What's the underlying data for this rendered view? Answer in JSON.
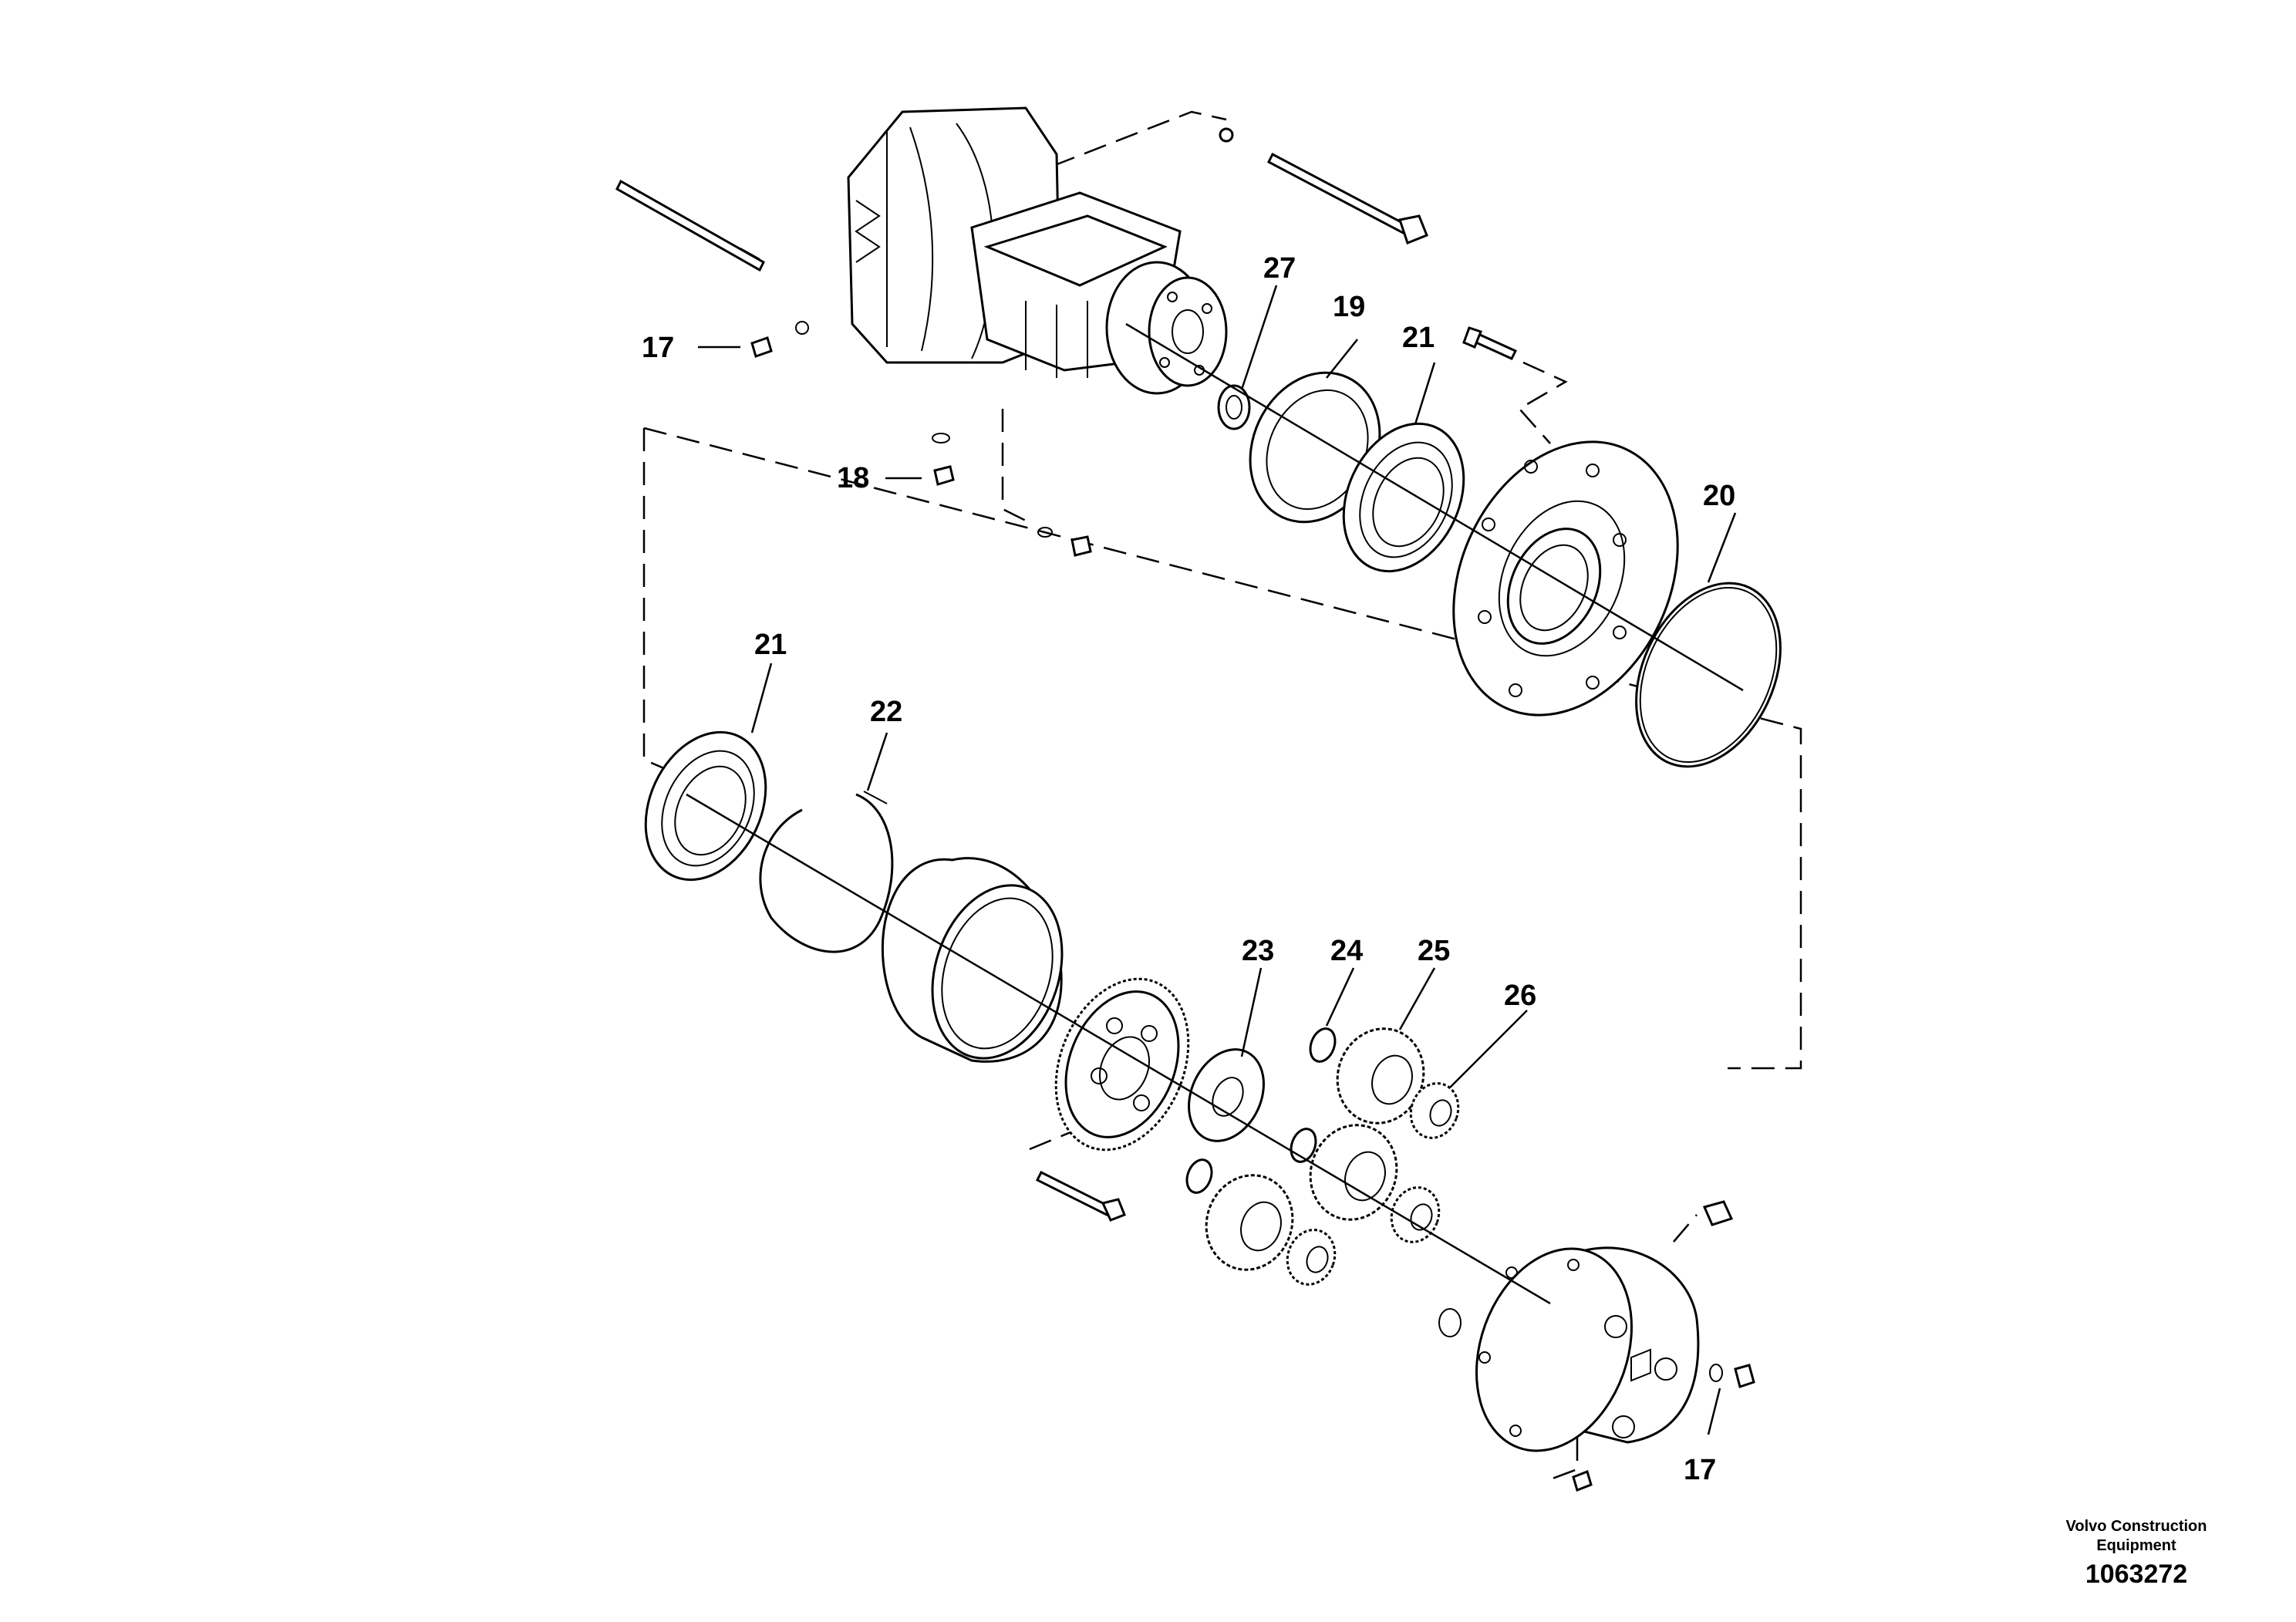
{
  "callouts": [
    {
      "id": "c17a",
      "label": "17"
    },
    {
      "id": "c18",
      "label": "18"
    },
    {
      "id": "c27",
      "label": "27"
    },
    {
      "id": "c19",
      "label": "19"
    },
    {
      "id": "c21a",
      "label": "21"
    },
    {
      "id": "c20",
      "label": "20"
    },
    {
      "id": "c21b",
      "label": "21"
    },
    {
      "id": "c22",
      "label": "22"
    },
    {
      "id": "c23",
      "label": "23"
    },
    {
      "id": "c24",
      "label": "24"
    },
    {
      "id": "c25",
      "label": "25"
    },
    {
      "id": "c26",
      "label": "26"
    },
    {
      "id": "c17b",
      "label": "17"
    }
  ],
  "credit": {
    "line1": "Volvo Construction",
    "line2": "Equipment"
  },
  "drawing_number": "1063272",
  "colors": {
    "line": "#000000",
    "background": "#ffffff"
  }
}
